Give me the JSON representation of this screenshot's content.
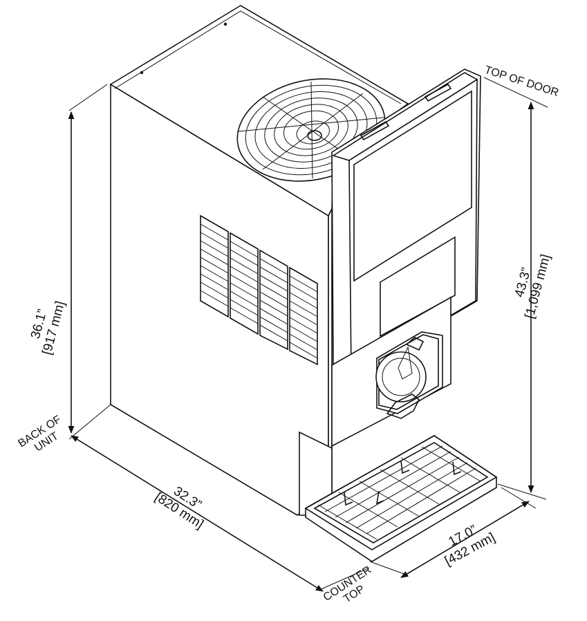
{
  "labels": {
    "top_of_door": "TOP OF DOOR",
    "back_of_unit_line1": "BACK OF",
    "back_of_unit_line2": "UNIT",
    "counter_top_line1": "COUNTER",
    "counter_top_line2": "TOP"
  },
  "dimensions": {
    "height_back": {
      "imperial": "36.1”",
      "metric": "[917 mm]"
    },
    "height_door": {
      "imperial": "43.3”",
      "metric": "[1,099 mm]"
    },
    "depth": {
      "imperial": "32.3”",
      "metric": "[820 mm]"
    },
    "width": {
      "imperial": "17.0”",
      "metric": "[432 mm]"
    }
  }
}
